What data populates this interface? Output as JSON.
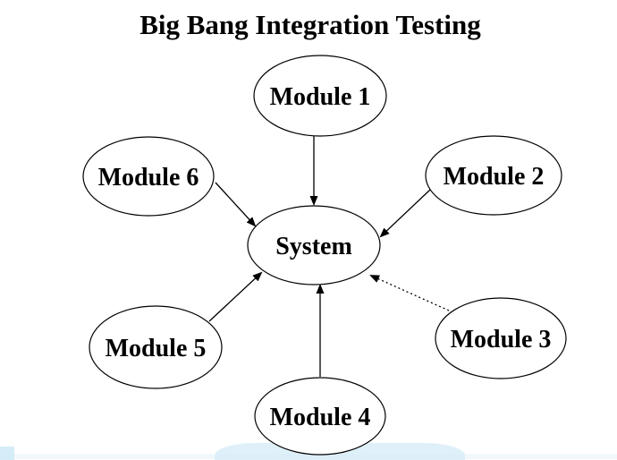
{
  "title": "Big Bang Integration Testing",
  "nodes": {
    "module1": {
      "label": "Module 1"
    },
    "module2": {
      "label": "Module 2"
    },
    "module3": {
      "label": "Module 3"
    },
    "module4": {
      "label": "Module 4"
    },
    "module5": {
      "label": "Module 5"
    },
    "module6": {
      "label": "Module 6"
    },
    "system": {
      "label": "System"
    }
  },
  "edges": [
    {
      "from": "Module 1",
      "to": "System",
      "style": "solid"
    },
    {
      "from": "Module 2",
      "to": "System",
      "style": "solid"
    },
    {
      "from": "Module 3",
      "to": "System",
      "style": "dotted"
    },
    {
      "from": "Module 4",
      "to": "System",
      "style": "solid"
    },
    {
      "from": "Module 5",
      "to": "System",
      "style": "solid"
    },
    {
      "from": "Module 6",
      "to": "System",
      "style": "solid"
    }
  ],
  "colors": {
    "ink": "#000000",
    "background": "#ffffff",
    "artifact_blue": "#d7ecf8"
  }
}
